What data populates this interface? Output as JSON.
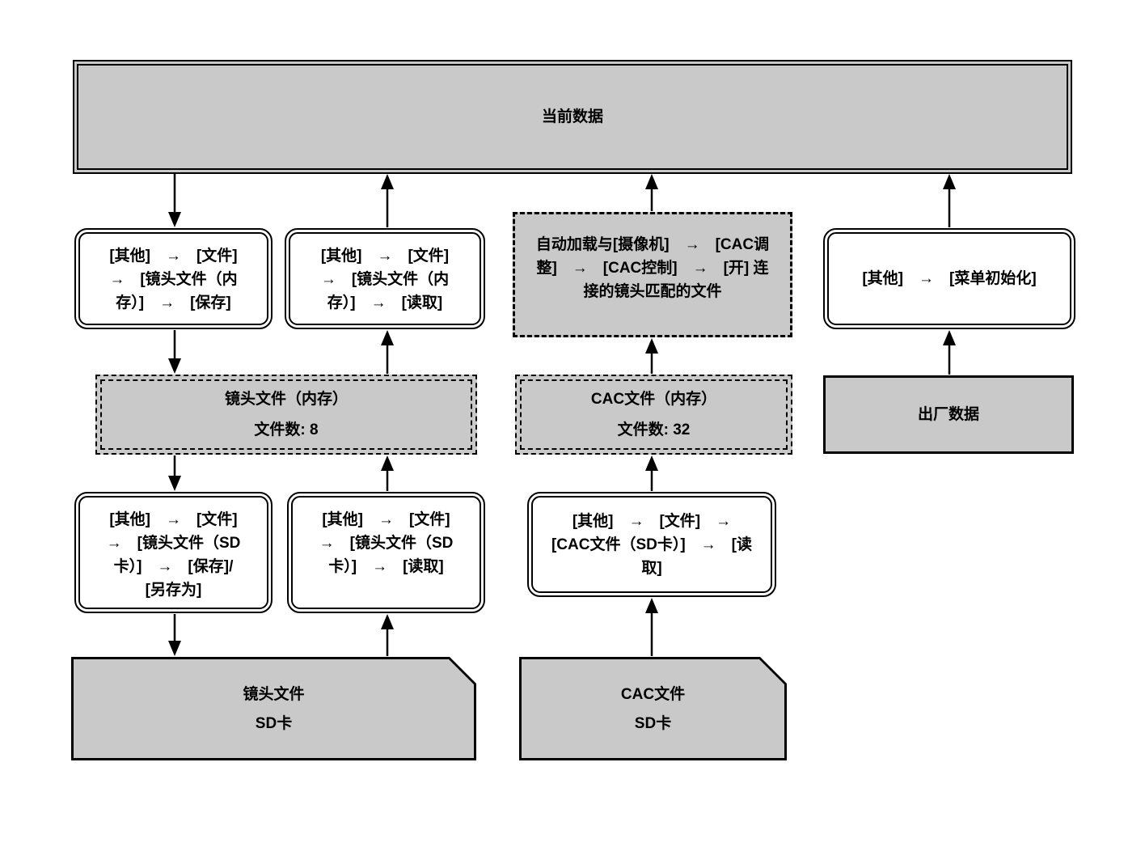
{
  "diagram": {
    "colors": {
      "box_fill": "#c9c9c9",
      "border": "#000000",
      "background": "#ffffff"
    },
    "nodes": {
      "current_data": {
        "label": "当前数据"
      },
      "menu_save_lens_internal": {
        "label": "[其他]　→　[文件]\n→　[镜头文件（内\n存）]　→　[保存]"
      },
      "menu_load_lens_internal": {
        "label": "[其他]　→　[文件]\n→　[镜头文件（内\n存）]　→　[读取]"
      },
      "cac_auto_load": {
        "label": "自动加载与[摄像机]　→　[CAC调\n整]　→　[CAC控制]　→　[开] 连\n接的镜头匹配的文件"
      },
      "menu_initialize": {
        "label": "[其他]　→　[菜单初始化]"
      },
      "lens_file_memory": {
        "title": "镜头文件（内存）",
        "count": "文件数: 8"
      },
      "cac_file_memory": {
        "title": "CAC文件（内存）",
        "count": "文件数: 32"
      },
      "factory_data": {
        "label": "出厂数据"
      },
      "menu_save_lens_sd": {
        "label": "[其他]　→　[文件]\n→　[镜头文件（SD\n卡）]　→　[保存]/\n[另存为]"
      },
      "menu_load_lens_sd": {
        "label": "[其他]　→　[文件]\n→　[镜头文件（SD\n卡）]　→　[读取]"
      },
      "menu_load_cac_sd": {
        "label": "[其他]　→　[文件]　→\n[CAC文件（SD卡）]　→　[读\n取]"
      },
      "lens_file_sd": {
        "title": "镜头文件",
        "subtitle": "SD卡"
      },
      "cac_file_sd": {
        "title": "CAC文件",
        "subtitle": "SD卡"
      }
    }
  }
}
